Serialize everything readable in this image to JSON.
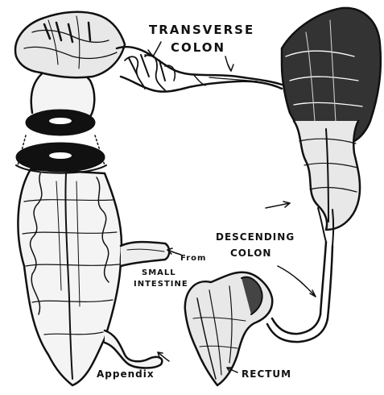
{
  "labels": {
    "transverse_1": "TRANSVERSE",
    "transverse_2": "COLON",
    "descending_1": "DESCENDING",
    "descending_2": "COLON",
    "from_1": "From",
    "from_2": "SMALL",
    "from_3": "INTESTINE",
    "appendix": "Appendix",
    "rectum": "RECTUM"
  },
  "colors": {
    "ink": "#111111",
    "paper": "#ffffff"
  }
}
